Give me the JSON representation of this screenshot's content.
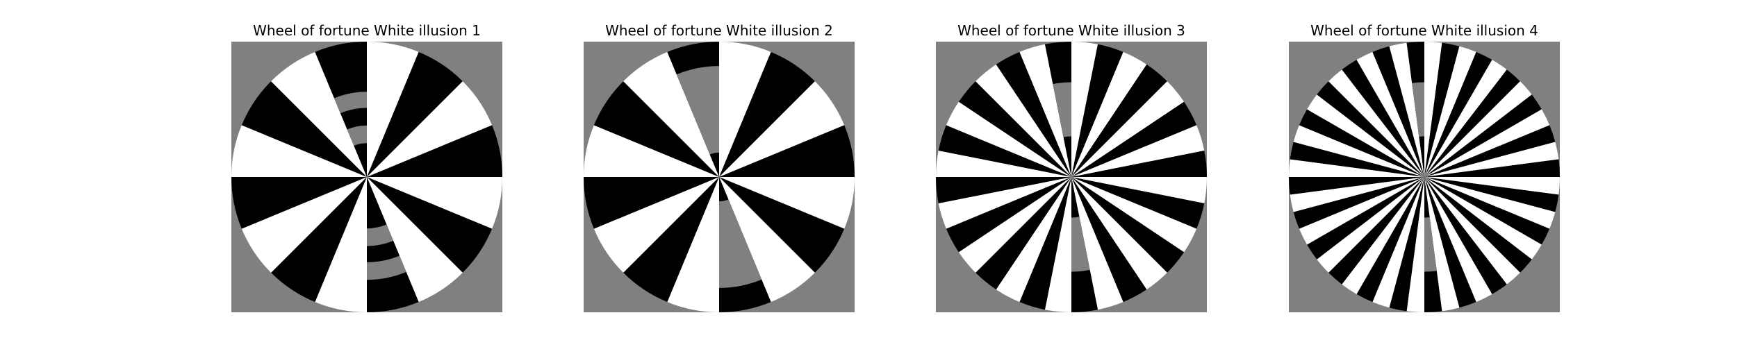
{
  "figure": {
    "background_color": "#ffffff",
    "panel_background_color": "#808080",
    "ring_color": "#808080",
    "black": "#000000",
    "white": "#ffffff",
    "panels": [
      {
        "title": "Wheel of fortune White illusion 1",
        "sectors": 16,
        "rings": [
          {
            "inner": 0.25,
            "outer": 0.38,
            "side": "left"
          },
          {
            "inner": 0.38,
            "outer": 0.51,
            "side": "none"
          },
          {
            "inner": 0.51,
            "outer": 0.63,
            "side": "left"
          },
          {
            "inner": 0.25,
            "outer": 0.38,
            "side": "right"
          },
          {
            "inner": 0.38,
            "outer": 0.51,
            "side": "none"
          },
          {
            "inner": 0.51,
            "outer": 0.63,
            "side": "right"
          }
        ]
      },
      {
        "title": "Wheel of fortune White illusion 2",
        "sectors": 16,
        "rings": [
          {
            "inner": 0.18,
            "outer": 0.82,
            "side": "left-band"
          },
          {
            "inner": 0.18,
            "outer": 0.82,
            "side": "right-band"
          }
        ]
      },
      {
        "title": "Wheel of fortune White illusion 3",
        "sectors": 32,
        "rings": [
          {
            "inner": 0.3,
            "outer": 0.7,
            "side": "thin-left"
          },
          {
            "inner": 0.3,
            "outer": 0.7,
            "side": "thin-right"
          }
        ]
      },
      {
        "title": "Wheel of fortune White illusion 4",
        "sectors": 48,
        "rings": [
          {
            "inner": 0.3,
            "outer": 0.7,
            "side": "thin-left"
          },
          {
            "inner": 0.3,
            "outer": 0.7,
            "side": "thin-right"
          }
        ]
      }
    ]
  }
}
